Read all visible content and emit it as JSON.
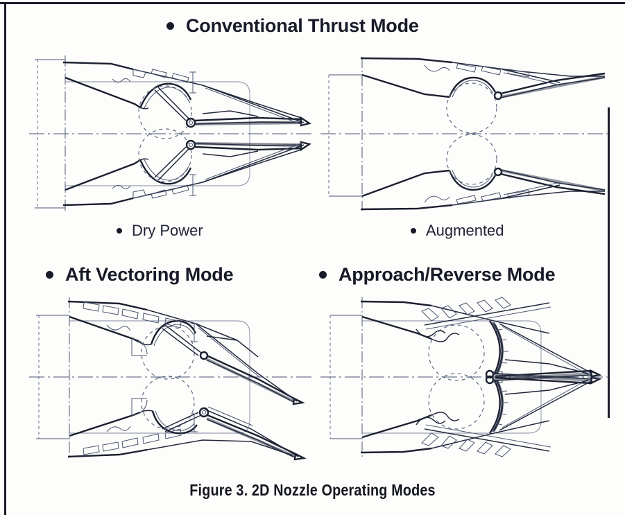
{
  "figure": {
    "caption": "Figure 3.  2D Nozzle Operating Modes",
    "headings": {
      "conventional": "Conventional Thrust Mode",
      "aft_vectoring": "Aft Vectoring Mode",
      "approach_reverse": "Approach/Reverse Mode"
    },
    "sublabels": {
      "dry_power": "Dry Power",
      "augmented": "Augmented"
    }
  },
  "panels": [
    {
      "id": "dry-power",
      "name": "Dry Power nozzle cross-section",
      "label": "Dry Power",
      "group": "Conventional Thrust Mode",
      "position": "top-left",
      "description": "Symmetric 2D convergent-divergent nozzle shown in cross-section with narrow throat, convergent upper and lower duct walls, circular pivot actuator outlines shown dashed, and long straight divergent flaps extending aft along the engine centerline."
    },
    {
      "id": "augmented",
      "name": "Augmented nozzle cross-section",
      "label": "Augmented",
      "group": "Conventional Thrust Mode",
      "position": "top-right",
      "description": "Same 2D nozzle with the throat flaps opened to a much larger throat area for afterburning operation; divergent flaps angle outward away from the centerline."
    },
    {
      "id": "aft-vectoring",
      "name": "Aft Vectoring Mode nozzle cross-section",
      "label": "Aft Vectoring Mode",
      "group": "Aft Vectoring Mode",
      "position": "bottom-left",
      "description": "Nozzle with both upper and lower flap assemblies rotated downward together so the entire exhaust stream is deflected below the engine centerline for pitch vectoring."
    },
    {
      "id": "approach-reverse",
      "name": "Approach/Reverse Mode nozzle cross-section",
      "label": "Approach/Reverse Mode",
      "group": "Approach/Reverse Mode",
      "position": "bottom-right",
      "description": "Nozzle with blocker doors closed at the throat on the centerline and cascade reverser vanes deployed through the upper and lower duct walls, turning the exhaust forward for reverse thrust."
    }
  ],
  "colors": {
    "ink": "#23293d",
    "ink_dark": "#1b2030",
    "text": "#181a28",
    "construction": "#6b7490",
    "page": "#fdfdfb",
    "page_edge": "#1b1d2a"
  }
}
